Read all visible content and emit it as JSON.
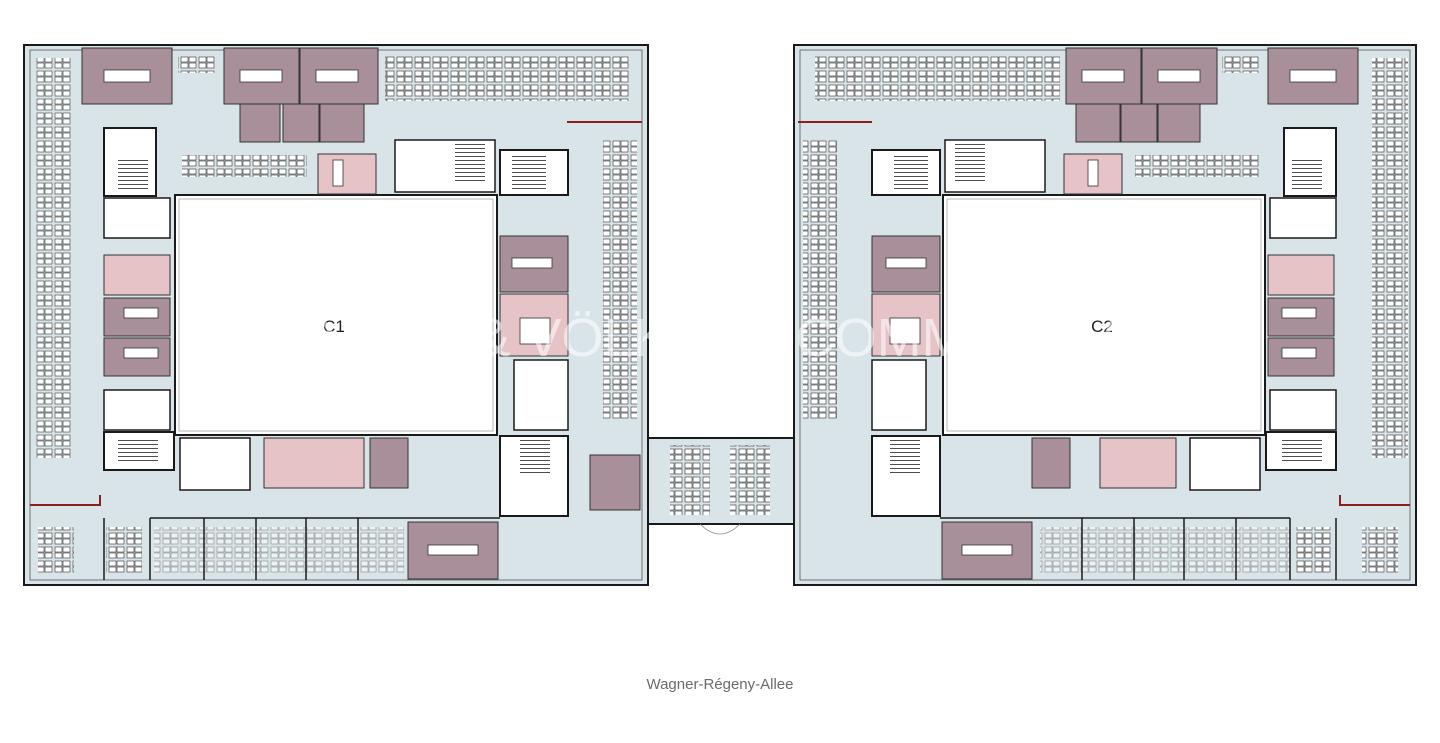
{
  "floorplan": {
    "courtyard_left_label": "C1",
    "courtyard_right_label": "C2",
    "street_label": "Wagner-Régeny-Allee",
    "watermark": "ENGEL & VÖLKERS COMMERCIAL"
  },
  "colors": {
    "floor": "#d9e4e8",
    "wall": "#1a1a1a",
    "meeting_dark": "#a88f9a",
    "meeting_light": "#e6c3c7",
    "facade_accent": "#8c1f1f",
    "courtyard": "#ffffff",
    "desk": "#ffffff"
  }
}
